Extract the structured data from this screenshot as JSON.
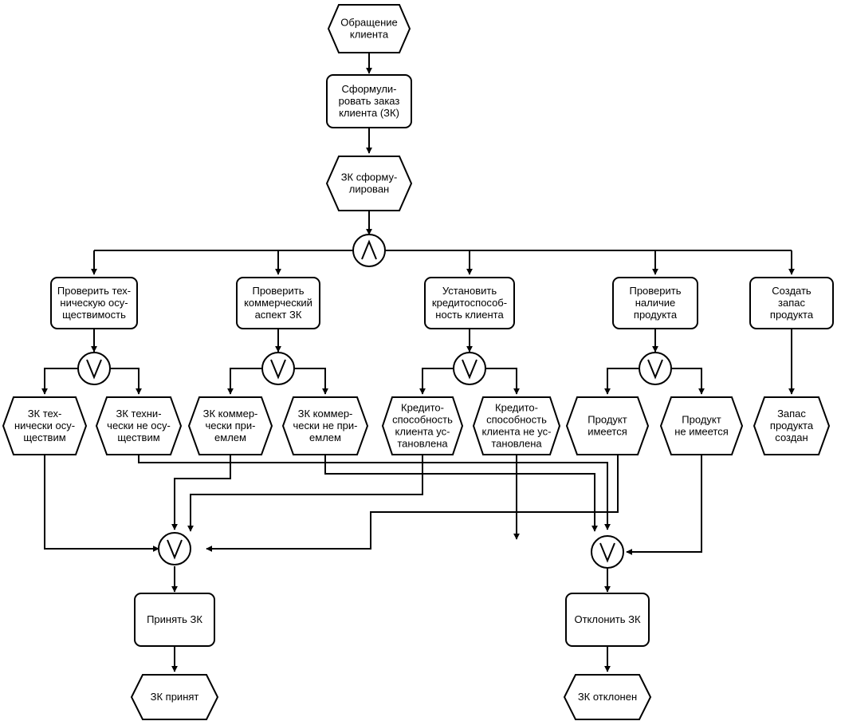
{
  "nodes": {
    "client_request": [
      "Обращение",
      "клиента"
    ],
    "formulate_order": [
      "Сформули-",
      "ровать заказ",
      "клиента (ЗК)"
    ],
    "order_formulated": [
      "ЗК сформу-",
      "лирован"
    ],
    "check_technical": [
      "Проверить тех-",
      "ническую осу-",
      "ществимость"
    ],
    "check_commercial": [
      "Проверить",
      "коммерческий",
      "аспект ЗК"
    ],
    "check_credit": [
      "Установить",
      "кредитоспособ-",
      "ность клиента"
    ],
    "check_product": [
      "Проверить",
      "наличие",
      "продукта"
    ],
    "create_stock": [
      "Создать",
      "запас",
      "продукта"
    ],
    "tech_feasible": [
      "ЗК тех-",
      "нически осу-",
      "ществим"
    ],
    "tech_not_feasible": [
      "ЗК техни-",
      "чески не осу-",
      "ществим"
    ],
    "comm_acceptable": [
      "ЗК коммер-",
      "чески при-",
      "емлем"
    ],
    "comm_not_acceptable": [
      "ЗК коммер-",
      "чески не при-",
      "емлем"
    ],
    "credit_established": [
      "Кредито-",
      "способность",
      "клиента ус-",
      "тановлена"
    ],
    "credit_not_established": [
      "Кредито-",
      "способность",
      "клиента не ус-",
      "тановлена"
    ],
    "product_available": [
      "Продукт",
      "имеется"
    ],
    "product_not_available": [
      "Продукт",
      "не имеется"
    ],
    "stock_created": [
      "Запас",
      "продукта",
      "создан"
    ],
    "accept_order": [
      "Принять ЗК"
    ],
    "reject_order": [
      "Отклонить ЗК"
    ],
    "order_accepted": [
      "ЗК принят"
    ],
    "order_rejected": [
      "ЗК отклонен"
    ]
  },
  "operators": {
    "and": "∧",
    "or": "∨"
  }
}
